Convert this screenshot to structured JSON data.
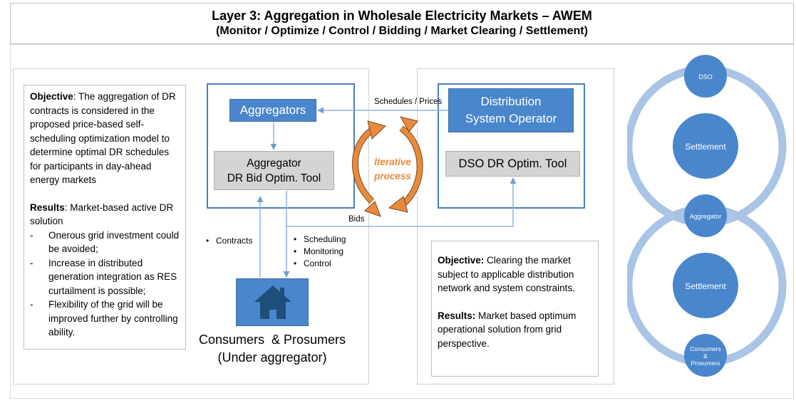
{
  "title": {
    "line1": "Layer 3: Aggregation in Wholesale Electricity Markets – AWEM",
    "line2": "(Monitor / Optimize / Control / Bidding / Market Clearing / Settlement)"
  },
  "left_box": {
    "objective_label": "Objective",
    "objective_text": ": The aggregation of DR contracts is considered in the proposed price-based self-scheduling optimization model to determine optimal DR schedules for participants in day-ahead energy markets",
    "results_label": "Results",
    "results_text": ": Market-based active DR solution",
    "bullets": [
      "Onerous grid investment could be avoided;",
      "Increase in distributed generation integration as RES curtailment is possible;",
      "Flexibility of the grid will be improved further by controlling ability."
    ]
  },
  "aggregator_panel": {
    "aggregators_label": "Aggregators",
    "tool_line1": "Aggregator",
    "tool_line2": "DR Bid Optim. Tool"
  },
  "dso_panel": {
    "dso_line1": "Distribution",
    "dso_line2": "System Operator",
    "tool_label": "DSO DR Optim. Tool"
  },
  "arrows": {
    "schedules_prices": "Schedules / Prices",
    "bids": "Bids",
    "iterative_line1": "Iterative",
    "iterative_line2": "process"
  },
  "flows": {
    "contracts": "Contracts",
    "down_items": [
      "Scheduling",
      "Monitoring",
      "Control"
    ]
  },
  "consumers": {
    "line1": "Consumers  & Prosumers",
    "line2": "(Under aggregator)"
  },
  "right_box": {
    "objective_label": "Objective:",
    "objective_text": " Clearing the market subject to applicable distribution network and system constraints.",
    "results_label": "Results:",
    "results_text": " Market based optimum operational solution from grid perspective."
  },
  "circles": {
    "dso": "DSO",
    "settlement_top": "Settlement",
    "aggregator": "Aggregator",
    "settlement_bottom": "Settlement",
    "consumers_line1": "Consumers",
    "consumers_line2": "&",
    "consumers_line3": "Prosumers"
  },
  "colors": {
    "blue": "#4a86cc",
    "ring": "#a9c4e4",
    "orange": "#e98a3b",
    "gray": "#d4d4d4"
  }
}
